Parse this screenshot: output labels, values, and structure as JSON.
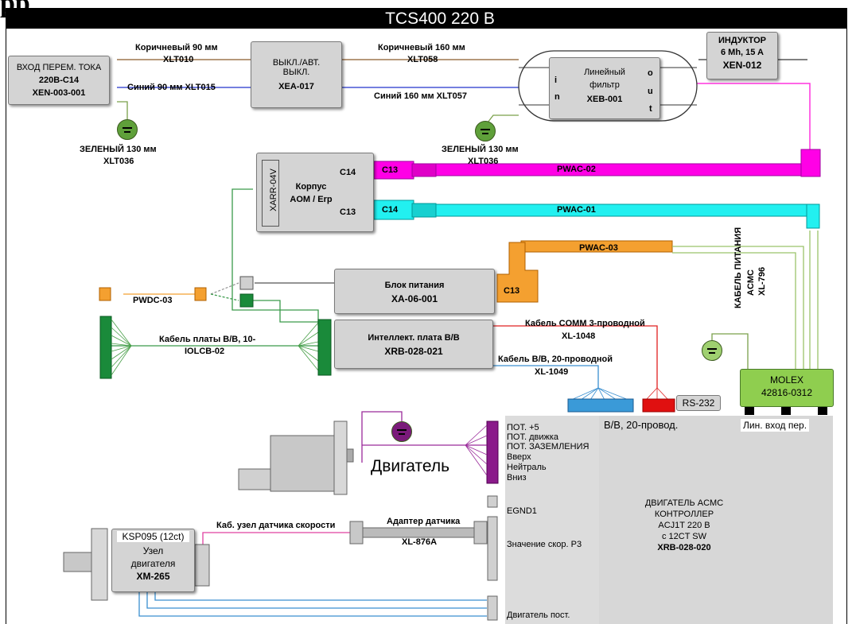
{
  "title": "TCS400 220 В",
  "header_partial": "рр",
  "ac_input": {
    "line1": "ВХОД ПЕРЕМ. ТОКА",
    "line2": "220В-С14",
    "line3": "XEN-003-001"
  },
  "breaker": {
    "line1": "ВЫКЛ./АВТ.",
    "line2": "ВЫКЛ.",
    "line3": "XEA-017"
  },
  "filter": {
    "line1": "Линейный",
    "line2": "фильтр",
    "line3": "XEB-001",
    "in_letters": [
      "i",
      "n"
    ],
    "out_letters": [
      "o",
      "u",
      "t"
    ]
  },
  "inductor": {
    "line1": "ИНДУКТОР",
    "line2": "6 Mh, 15 A",
    "line3": "XEN-012"
  },
  "wires": {
    "brown90": "Коричневый 90 мм",
    "xlt010": "XLT010",
    "brown160": "Коричневый 160 мм",
    "xlt058": "XLT058",
    "blue90": "Синий 90 мм XLT015",
    "blue160": "Синий 160 мм XLT057",
    "green1": "ЗЕЛЕНЫЙ 130 мм",
    "green1_code": "XLT036",
    "green2": "ЗЕЛЕНЫЙ 130 мм",
    "green2_code": "XLT036"
  },
  "housing": {
    "side": "XARR-04V",
    "line1": "Корпус",
    "line2": "AOM / Erp",
    "c14": "C14",
    "c13": "C13"
  },
  "cables": {
    "pwac02": "PWAC-02",
    "pwac01": "PWAC-01",
    "pwac03": "PWAC-03",
    "c13a": "C13",
    "c14a": "C14",
    "c13b": "C13",
    "pwdc03": "PWDC-03"
  },
  "psu": {
    "line1": "Блок питания",
    "line2": "XA-06-001"
  },
  "hv_board": {
    "line1": "Интеллект. плата В/В",
    "line2": "XRB-028-021"
  },
  "hv_cable": {
    "line1": "Кабель платы В/В, 10-",
    "line2": "IOLCB-02"
  },
  "comm_cable": {
    "line1": "Кабель COMM 3-проводной",
    "line2": "XL-1048"
  },
  "hv20_cable": {
    "line1": "Кабель В/В, 20-проводной",
    "line2": "XL-1049"
  },
  "rs232": "RS-232",
  "hv20_label": "В/В, 20-провод.",
  "acmc_cable": {
    "line1": "КАБЕЛЬ ПИТАНИЯ",
    "line2": "ACMC",
    "line3": "XL-796"
  },
  "molex": {
    "line1": "MOLEX",
    "line2": "42816-0312"
  },
  "ac_line_in": "Лин. вход пер.",
  "motor_label": "Двигатель",
  "pins": [
    "ПОТ. +5",
    "ПОТ. движка",
    "ПОТ. ЗАЗЕМЛЕНИЯ",
    "Вверх",
    "Нейтраль",
    "Вниз"
  ],
  "egnd": "EGND1",
  "speed_val": "Значение скор. P3",
  "motor_const": "Двигатель пост.",
  "controller": {
    "line1": "ДВИГАТЕЛЬ ACMC",
    "line2": "КОНТРОЛЛЕР",
    "line3": "ACJ1T 220 В",
    "line4": "с 12CT SW",
    "line5": "XRB-028-020"
  },
  "speed_sensor_cable": "Каб. узел датчика скорости",
  "sensor_adapter": {
    "line1": "Адаптер датчика",
    "line2": "XL-876A"
  },
  "motor_assy": {
    "line1": "KSP095 (12ct)",
    "line2": "Узел",
    "line3": "двигателя",
    "line4": "XM-265"
  }
}
